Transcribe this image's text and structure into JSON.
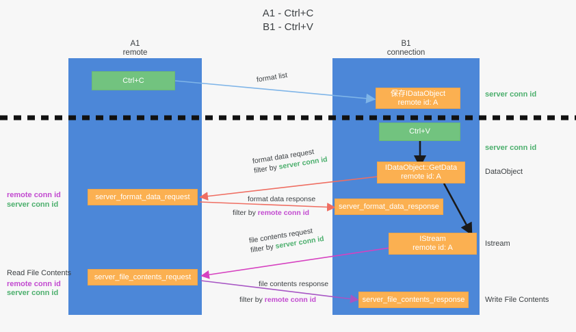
{
  "title": {
    "line1": "A1 - Ctrl+C",
    "line2": "B1 - Ctrl+V"
  },
  "columns": [
    {
      "name": "A1",
      "sub": "remote"
    },
    {
      "name": "B1",
      "sub": "connection"
    }
  ],
  "boxes": {
    "ctrl_c": {
      "line1": "Ctrl+C"
    },
    "save_idataobject": {
      "line1": "保存IDataObject",
      "line2": "remote id: A"
    },
    "ctrl_v": {
      "line1": "Ctrl+V"
    },
    "getdata": {
      "line1": "IDataObject::GetData",
      "line2": "remote id: A"
    },
    "istream": {
      "line1": "IStream",
      "line2": "remote id: A"
    },
    "server_format_data_request": {
      "line1": "server_format_data_request"
    },
    "server_format_data_response": {
      "line1": "server_format_data_response"
    },
    "server_file_contents_request": {
      "line1": "server_file_contents_request"
    },
    "server_file_contents_response": {
      "line1": "server_file_contents_response"
    }
  },
  "edge_labels": {
    "format_list": "format list",
    "format_data_request": "format data request",
    "format_data_request_filter_prefix": "filter by ",
    "format_data_request_filter_key": "server conn id",
    "format_data_response": "format data response",
    "format_data_response_filter_prefix": "filter by ",
    "format_data_response_filter_key": "remote conn id",
    "file_contents_request": "file contents request",
    "file_contents_request_filter_prefix": "filter by ",
    "file_contents_request_filter_key": "server conn id",
    "file_contents_response": "file contents response",
    "file_contents_response_filter_prefix": "filter by ",
    "file_contents_response_filter_key": "remote conn id"
  },
  "right_labels": {
    "server_conn_id_top": "server conn id",
    "server_conn_id_second": "server conn id",
    "dataobject": "DataObject",
    "istream": "Istream",
    "write_file_contents": "Write File Contents"
  },
  "left_labels": {
    "group1_remote": "remote conn id",
    "group1_server": "server conn id",
    "read_file_contents": "Read File Contents",
    "group2_remote": "remote conn id",
    "group2_server": "server conn id"
  },
  "colors": {
    "lane": "#4c87d8",
    "green_box": "#72c37f",
    "orange_box": "#fbb051",
    "blue_arrow": "#7fb5e8",
    "red_arrow": "#ef6e62",
    "magenta_arrow": "#d641c0",
    "purple_arrow": "#a755c4",
    "black_arrow": "#1a1a1a",
    "green_text": "#4caf6d",
    "purple_text": "#c24ad0",
    "background": "#f7f7f7"
  }
}
